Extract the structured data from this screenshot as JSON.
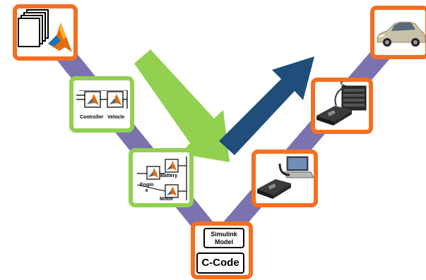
{
  "colors": {
    "track": "#7b72b0",
    "frame_orange": "#f36f21",
    "frame_green": "#92d050",
    "arrow_green": "#92d050",
    "arrow_blue": "#1e4e79"
  },
  "icons": {
    "requirements": "document-stack-with-matlab-logo-icon",
    "controller_vehicle": "simulink-block-diagram-icon",
    "plant": "simulink-block-diagram-icon",
    "processor_in_loop": "laptop-and-embedded-board-icon",
    "hardware_in_loop": "realtime-target-and-board-icon",
    "vehicle": "car-icon"
  },
  "diagram": {
    "controller_block": {
      "controller_label": "Controller",
      "vehicle_label": "Vehicle"
    },
    "plant_block": {
      "battery_label": "Battery",
      "engine_label": "Engin\ne",
      "motor_label": "Motor"
    },
    "bottom_block": {
      "simulink_label": "Simulink\nModel",
      "ccode_label": "C-Code"
    }
  }
}
